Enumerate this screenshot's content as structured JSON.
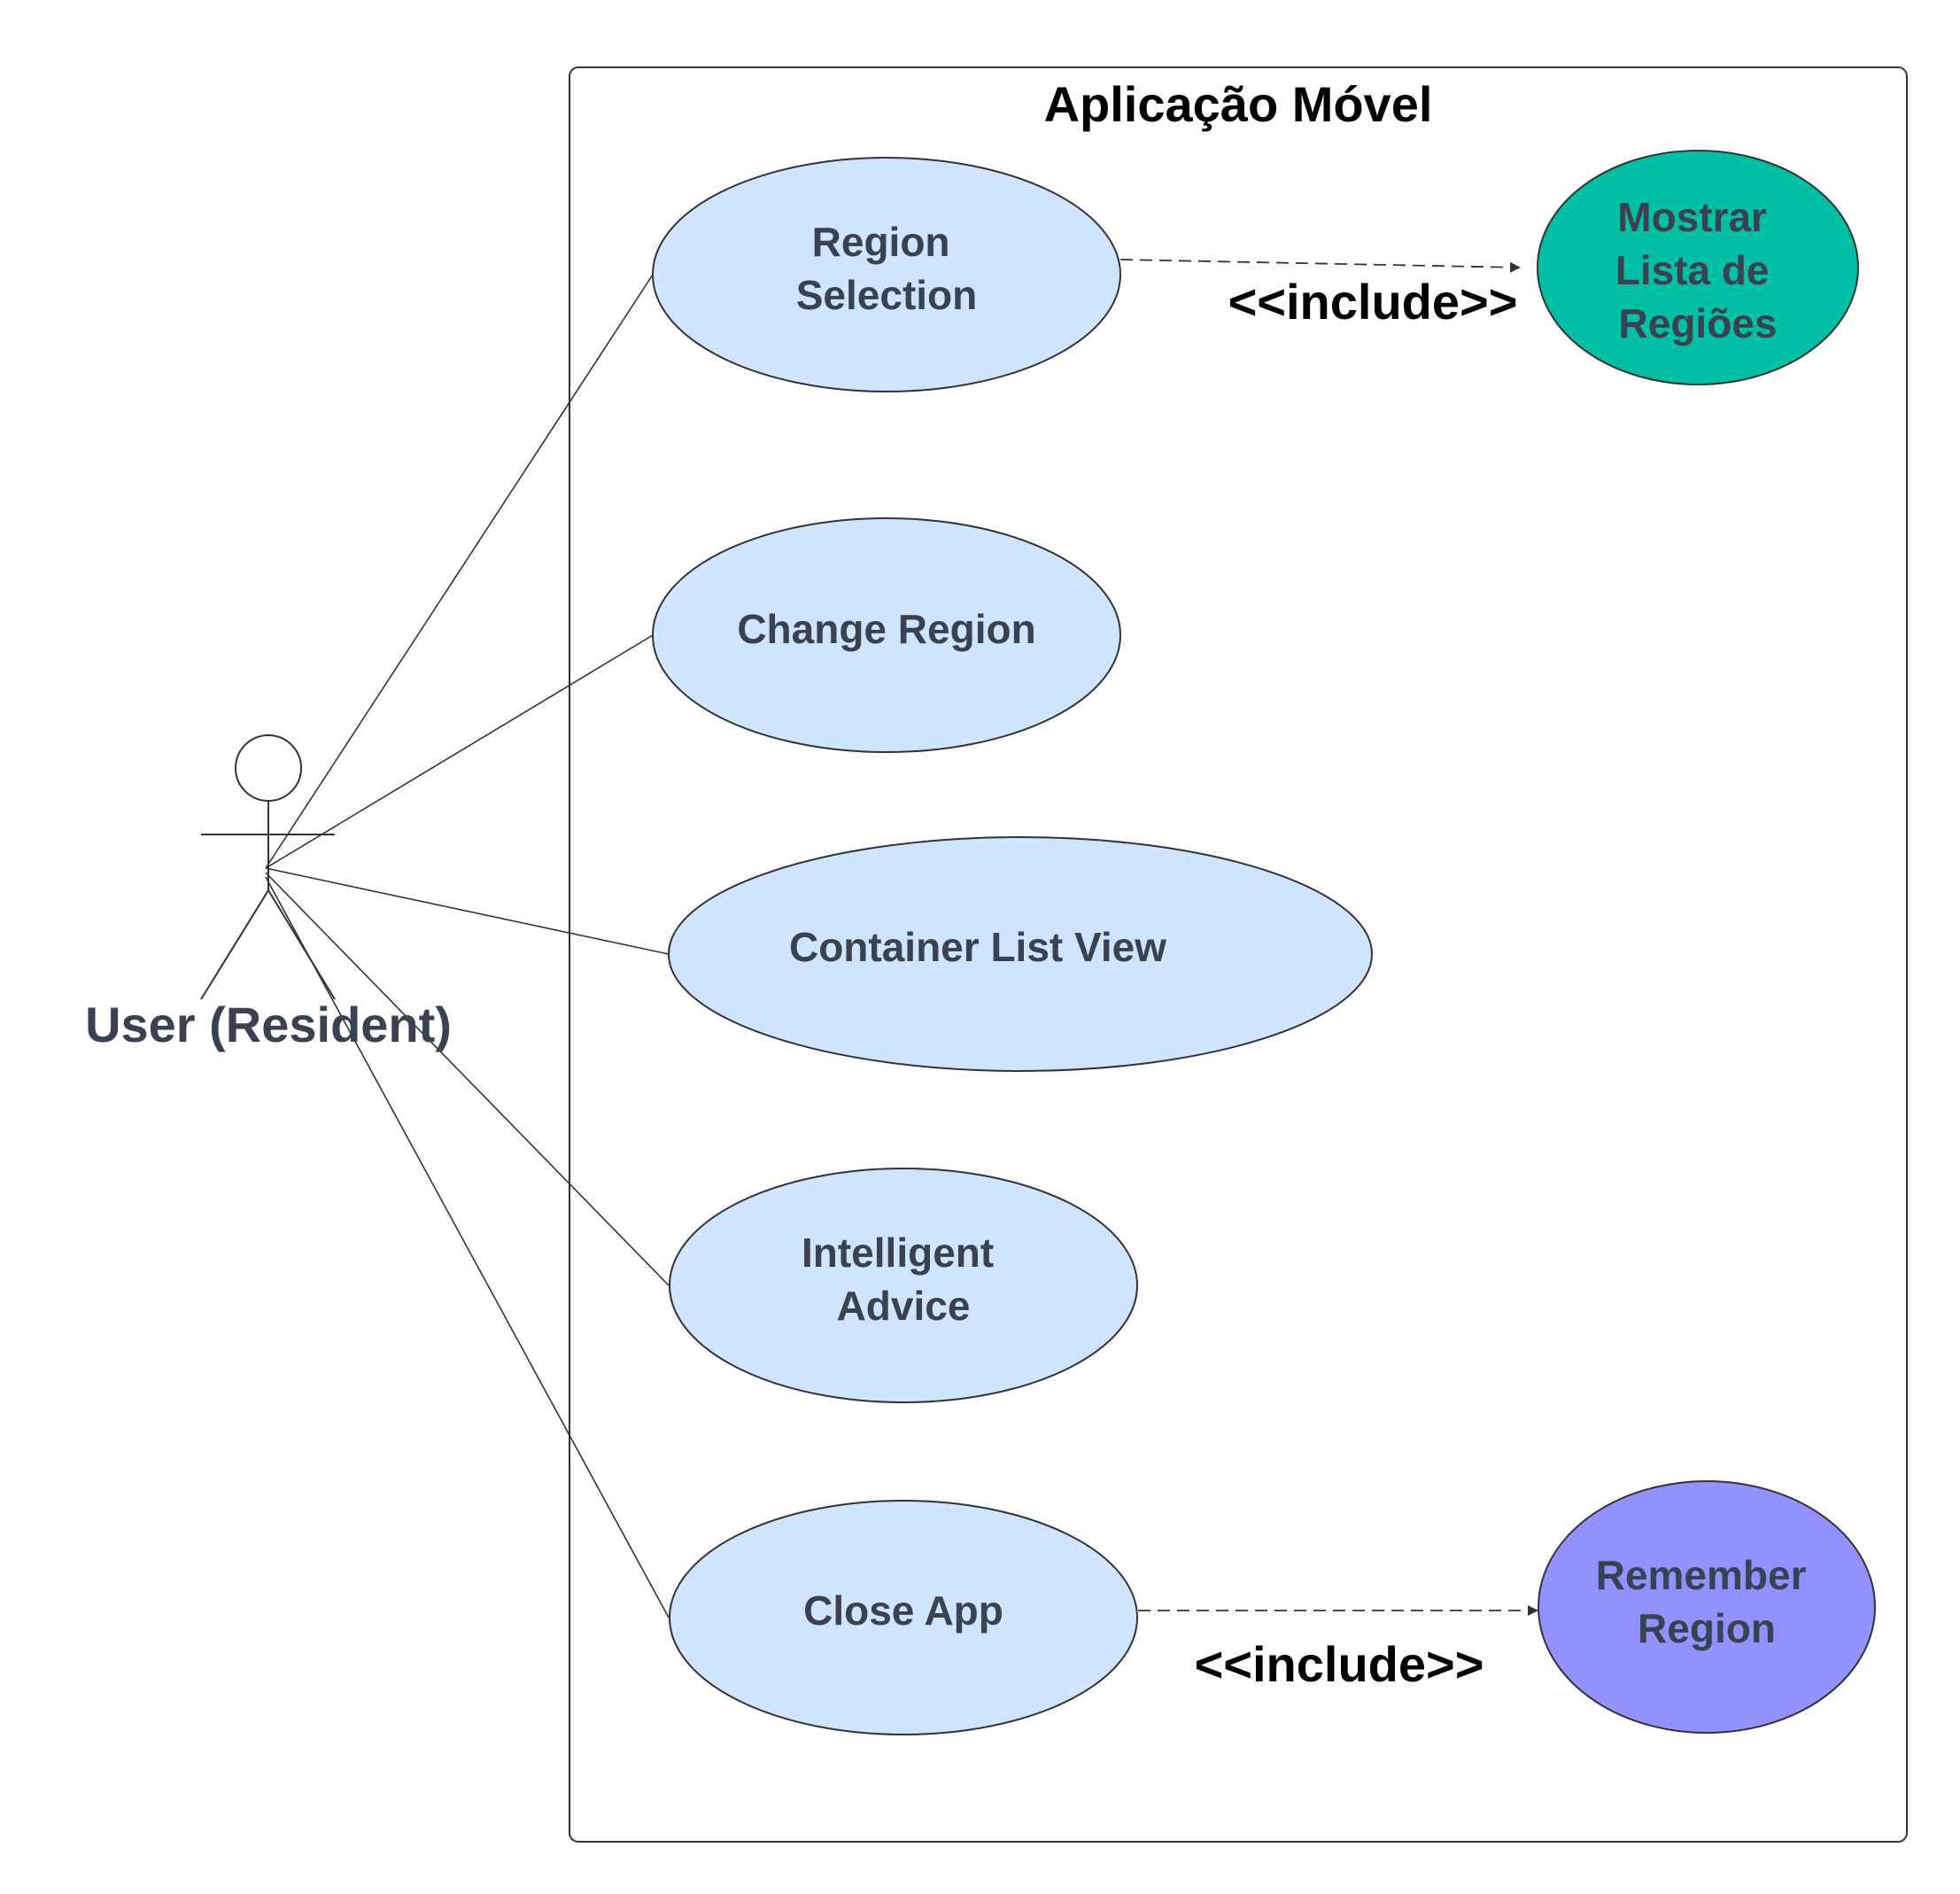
{
  "system": {
    "title": "Aplicação Móvel"
  },
  "actor": {
    "name": "User (Resident)"
  },
  "use_cases": {
    "region_selection": {
      "lines": [
        "Region",
        "Selection"
      ]
    },
    "change_region": {
      "lines": [
        "Change Region"
      ]
    },
    "container_list_view": {
      "lines": [
        "Container List View"
      ]
    },
    "intelligent_advice": {
      "lines": [
        "Intelligent",
        "Advice"
      ]
    },
    "close_app": {
      "lines": [
        "Close App"
      ]
    },
    "mostrar_lista": {
      "lines": [
        "Mostrar",
        "Lista de",
        "Regiões"
      ]
    },
    "remember_region": {
      "lines": [
        "Remember",
        "Region"
      ]
    }
  },
  "relations": {
    "include_1": "<<include>>",
    "include_2": "<<include>>"
  },
  "colors": {
    "use_case_fill": "#cfe4ff",
    "mostrar_fill": "#00bfa5",
    "remember_fill": "#9191ff",
    "stroke": "#333333"
  }
}
